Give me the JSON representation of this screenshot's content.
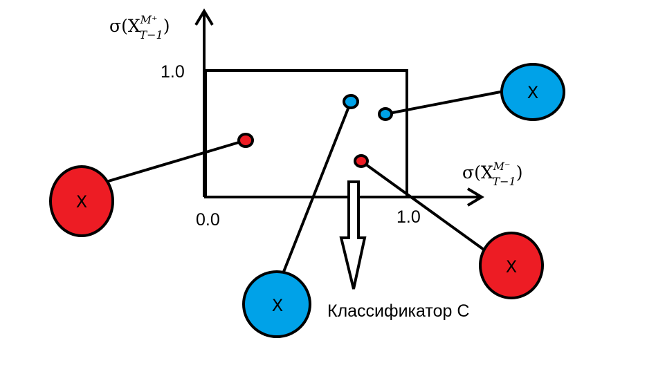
{
  "axes": {
    "y_label": {
      "base": "σ(X",
      "sup": "M⁺",
      "sub": "T−1",
      "close": ")"
    },
    "x_label": {
      "base": "σ(X",
      "sup": "M⁻",
      "sub": "T−1",
      "close": ")"
    },
    "tick_y_max": "1.0",
    "tick_origin": "0.0",
    "tick_x_max": "1.0"
  },
  "node_glyph": "X",
  "classifier_label": "Классификатор C",
  "colors": {
    "red": "#ed1c24",
    "blue": "#00a2e8",
    "stroke": "#000000"
  },
  "nodes": [
    {
      "name": "red-node-left",
      "color": "red"
    },
    {
      "name": "blue-node-top-right",
      "color": "blue"
    },
    {
      "name": "blue-node-bottom",
      "color": "blue"
    },
    {
      "name": "red-node-bottom-right",
      "color": "red"
    }
  ]
}
